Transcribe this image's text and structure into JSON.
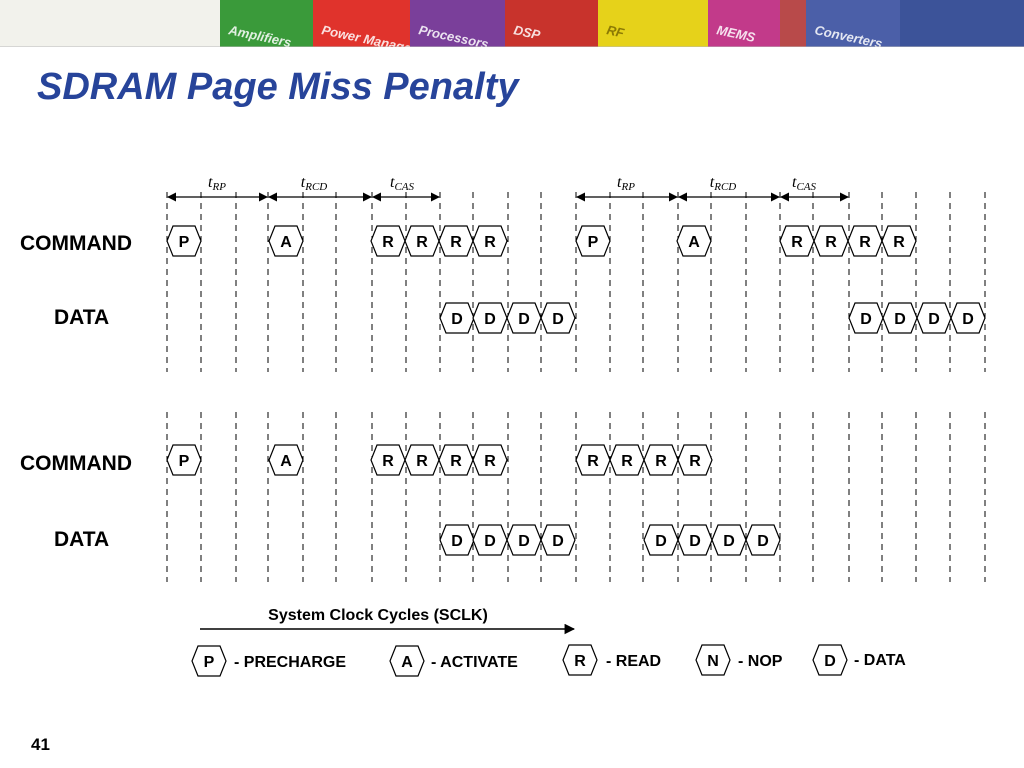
{
  "slide": {
    "title": "SDRAM Page Miss Penalty",
    "page_number": "41"
  },
  "banner": {
    "tiles": [
      {
        "text": "",
        "color": "#f2f2ec"
      },
      {
        "text": "Amplifiers",
        "color": "#3a9a3a"
      },
      {
        "text": "Power Management",
        "color": "#e0332c"
      },
      {
        "text": "Processors",
        "color": "#7a3f9a"
      },
      {
        "text": "DSP",
        "color": "#c8332c"
      },
      {
        "text": "RF",
        "color": "#e6d21a"
      },
      {
        "text": "MEMS",
        "color": "#c23a8a"
      },
      {
        "text": "",
        "color": "#b84a4a"
      },
      {
        "text": "Converters",
        "color": "#4b5fa8"
      },
      {
        "text": "",
        "color": "#3c5399"
      }
    ]
  },
  "timing": {
    "labels": [
      {
        "main": "t",
        "sub": "RP"
      },
      {
        "main": "t",
        "sub": "RCD"
      },
      {
        "main": "t",
        "sub": "CAS"
      },
      {
        "main": "t",
        "sub": "RP"
      },
      {
        "main": "t",
        "sub": "RCD"
      },
      {
        "main": "t",
        "sub": "CAS"
      }
    ]
  },
  "diagram1": {
    "command_label": "COMMAND",
    "data_label": "DATA",
    "command_tokens": [
      "P",
      "A",
      "R",
      "R",
      "R",
      "R",
      "P",
      "A",
      "R",
      "R",
      "R",
      "R"
    ],
    "data_tokens": [
      "D",
      "D",
      "D",
      "D",
      "D",
      "D",
      "D",
      "D"
    ]
  },
  "diagram2": {
    "command_label": "COMMAND",
    "data_label": "DATA",
    "command_tokens": [
      "P",
      "A",
      "R",
      "R",
      "R",
      "R",
      "R",
      "R",
      "R",
      "R"
    ],
    "data_tokens": [
      "D",
      "D",
      "D",
      "D",
      "D",
      "D",
      "D",
      "D"
    ]
  },
  "axis_label": "System Clock Cycles (SCLK)",
  "legend": [
    {
      "symbol": "P",
      "text": "- PRECHARGE"
    },
    {
      "symbol": "A",
      "text": "- ACTIVATE"
    },
    {
      "symbol": "R",
      "text": "- READ"
    },
    {
      "symbol": "N",
      "text": "- NOP"
    },
    {
      "symbol": "D",
      "text": "- DATA"
    }
  ]
}
